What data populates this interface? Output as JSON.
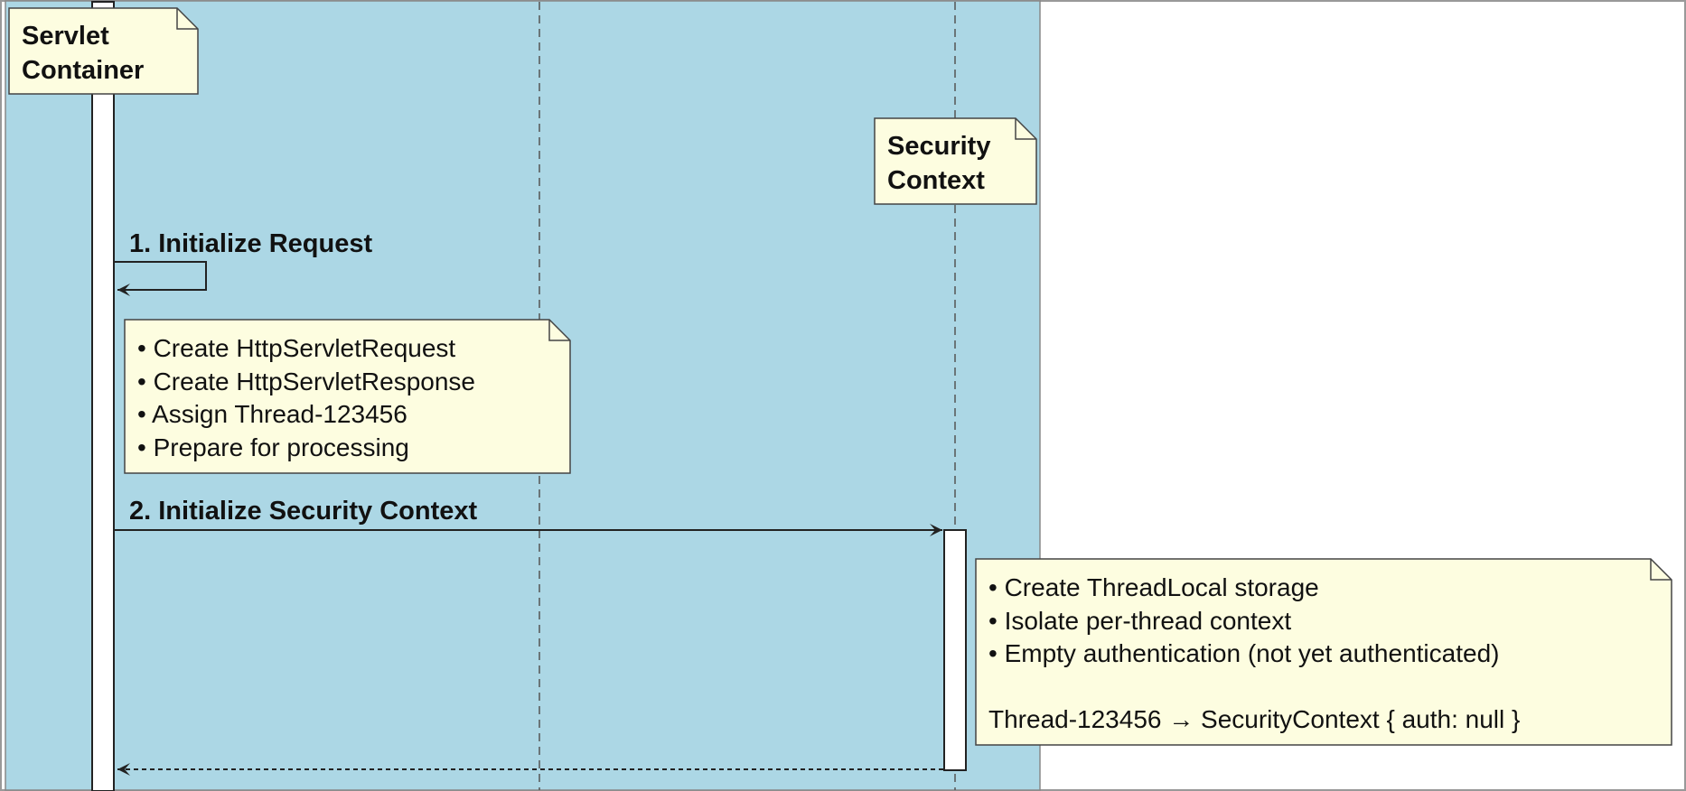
{
  "participants": {
    "servlet_container": {
      "line1": "Servlet",
      "line2": "Container"
    },
    "security_context": {
      "line1": "Security",
      "line2": "Context"
    }
  },
  "messages": {
    "msg1": "1. Initialize Request",
    "msg2": "2. Initialize Security Context"
  },
  "notes": {
    "request_note": [
      "• Create HttpServletRequest",
      "• Create HttpServletResponse",
      "• Assign Thread-123456",
      "• Prepare for processing"
    ],
    "context_note": [
      "• Create ThreadLocal storage",
      "• Isolate per-thread context",
      "• Empty authentication (not yet authenticated)",
      "",
      "Thread-123456 → SecurityContext { auth: null }"
    ]
  },
  "colors": {
    "group_background": "#acd7e5",
    "note_fill": "#fdfde0",
    "line": "#222222",
    "lifeline_dash": "#555555"
  }
}
